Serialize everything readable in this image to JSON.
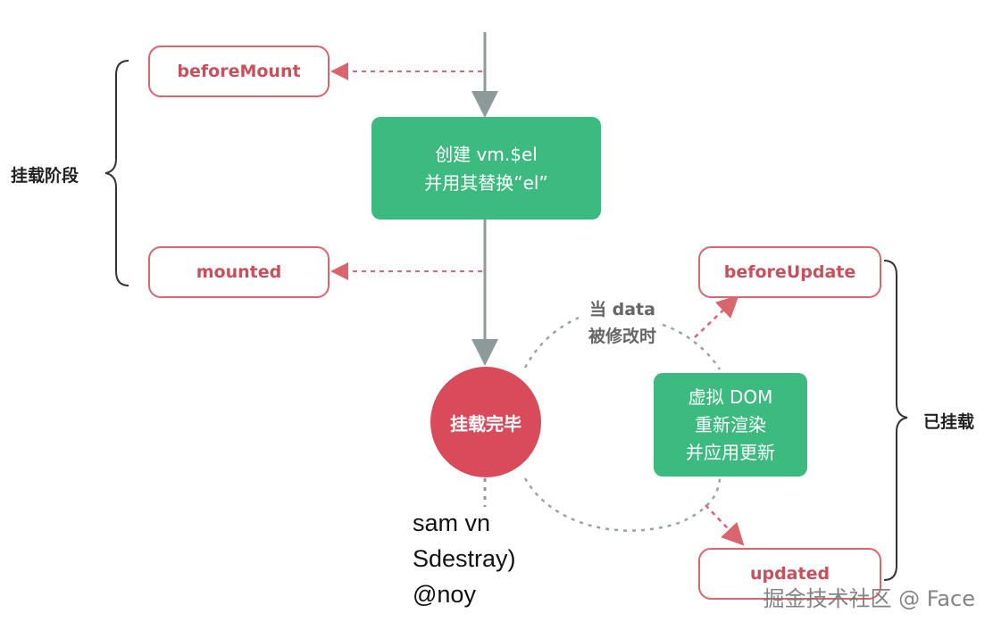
{
  "phases": {
    "mount_phase": "挂载阶段",
    "mounted_phase": "已挂载"
  },
  "hooks": {
    "before_mount": "beforeMount",
    "mounted": "mounted",
    "before_update": "beforeUpdate",
    "updated": "updated"
  },
  "create_box": {
    "line1": "创建 vm.$el",
    "line2": "并用其替换“el”"
  },
  "mounted_circle": "挂载完毕",
  "update_condition": {
    "line1": "当 data",
    "line2": "被修改时"
  },
  "rerender_box": {
    "line1": "虚拟 DOM",
    "line2": "重新渲染",
    "line3": "并应用更新"
  },
  "overlay_text": {
    "line1": "sam vn",
    "line2": "Sdestray)",
    "line3": "@noy"
  },
  "watermark": "掘金技术社区 @ Face",
  "colors": {
    "hook_border": "#d9666f",
    "hook_text": "#c9505b",
    "green_box": "#3dba7f",
    "circle": "#d94a5a",
    "connector": "#8e9a9a"
  }
}
